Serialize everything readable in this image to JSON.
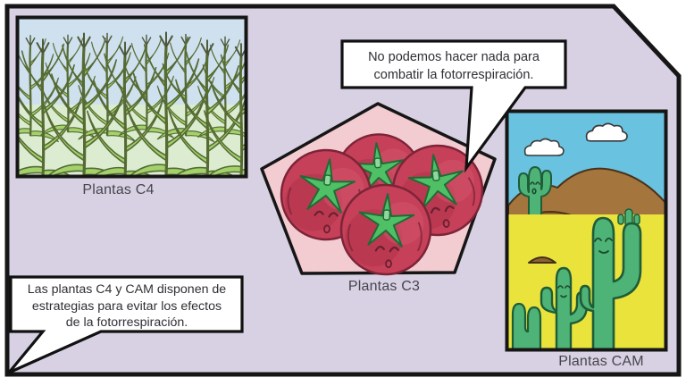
{
  "comic": {
    "panels": {
      "c4": {
        "label": "Plantas C4"
      },
      "c3": {
        "label": "Plantas C3"
      },
      "cam": {
        "label": "Plantas CAM"
      }
    },
    "speech_bubbles": {
      "top": {
        "lines": [
          "No podemos hacer nada para",
          "combatir la fotorrespiración."
        ]
      },
      "bottom_left": {
        "lines": [
          "Las plantas C4 y CAM disponen de",
          "estrategias para evitar los efectos",
          "de la fotorrespiración."
        ]
      }
    }
  },
  "colors": {
    "page_background": "#ffffff",
    "frame_fill": "#d8d1e3",
    "outline": "#161616",
    "c4_sky": "#cfe0ef",
    "c4_ground": "#dcecd1",
    "corn_green": "#a3d26b",
    "corn_outline": "#566b34",
    "pentagon_fill": "#f2ccd1",
    "tomato_red": "#c54058",
    "tomato_outline": "#7d2438",
    "calyx_green": "#4fc065",
    "cam_sky": "#68c2e0",
    "mountain_brown": "#a4763e",
    "desert_yellow": "#e9e33c",
    "cactus_green": "#4db377",
    "bubble_fill": "#ffffff",
    "label_text": "#45454d"
  }
}
